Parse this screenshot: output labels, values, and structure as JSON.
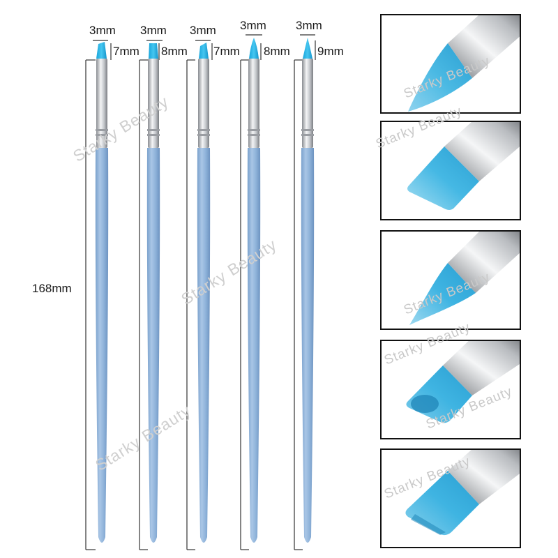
{
  "watermark": "Starky Beauty",
  "total_length_label": "168mm",
  "brushes": [
    {
      "width_label": "3mm",
      "length_label": "7mm"
    },
    {
      "width_label": "3mm",
      "length_label": "8mm"
    },
    {
      "width_label": "3mm",
      "length_label": "7mm"
    },
    {
      "width_label": "3mm",
      "length_label": "8mm"
    },
    {
      "width_label": "3mm",
      "length_label": "9mm"
    }
  ],
  "colors": {
    "tip_blue": "#2fb8e8",
    "handle_blue": "#8fb3da",
    "ferrule_silver": "#d8dadd",
    "frame_black": "#111111"
  },
  "panel_tip_shapes": [
    "pointed-round",
    "flat-chisel",
    "pointed-angled",
    "cupped-chisel",
    "angled-flat"
  ]
}
